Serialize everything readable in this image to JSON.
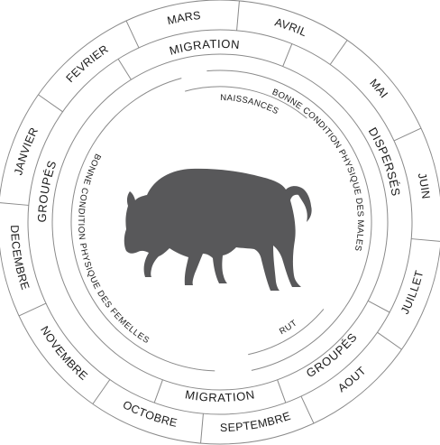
{
  "months": [
    "JANVIER",
    "FEVRIER",
    "MARS",
    "AVRIL",
    "MAI",
    "JUIN",
    "JUILLET",
    "AOUT",
    "SEPTEMBRE",
    "OCTOBRE",
    "NOVEMBRE",
    "DECEMBRE"
  ],
  "behaviour_segments": [
    {
      "label": "MIGRATION",
      "key": "migration-spring"
    },
    {
      "label": "DISPERSÉS",
      "key": "dispersed"
    },
    {
      "label": "GROUPÉS",
      "key": "grouped-summer"
    },
    {
      "label": "MIGRATION",
      "key": "migration-fall"
    },
    {
      "label": "GROUPÉS",
      "key": "grouped-winter"
    }
  ],
  "inner_arcs": [
    {
      "label": "BONNE CONDITION PHYSIQUE DES MALES",
      "key": "male-condition"
    },
    {
      "label": "NAISSANCES",
      "key": "births"
    },
    {
      "label": "RUT",
      "key": "rut"
    },
    {
      "label": "BONNE CONDITION PHYSIQUE DES FEMELLES",
      "key": "female-condition"
    }
  ],
  "colors": {
    "animal": "#58585a",
    "lines": "#8a8a8a",
    "text": "#1a1a1a"
  }
}
